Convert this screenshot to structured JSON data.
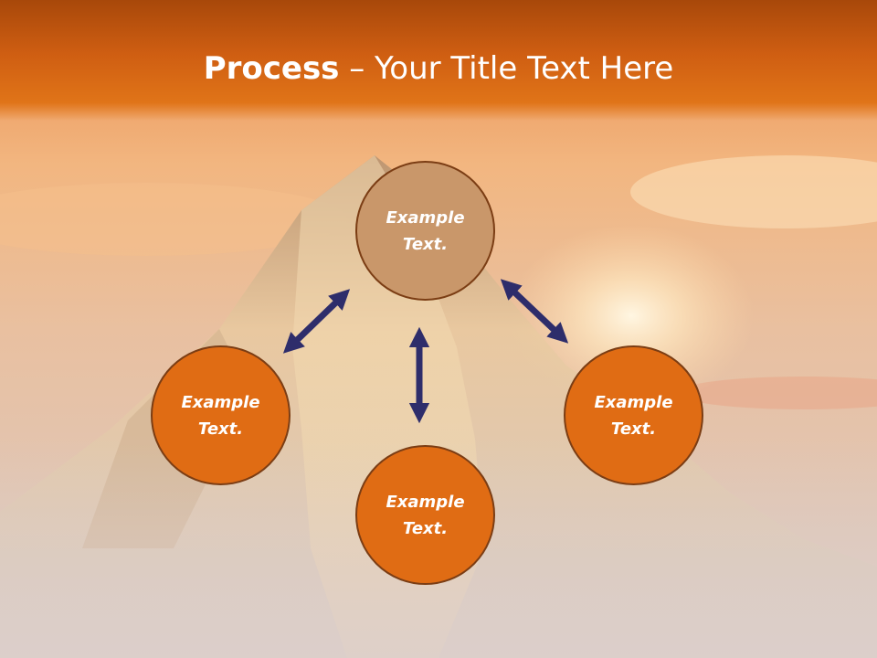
{
  "title": {
    "bold": "Process",
    "rest": " – Your Title Text Here"
  },
  "nodes": {
    "top": "Example\nText.",
    "left": "Example\nText.",
    "right": "Example\nText.",
    "bottom": "Example\nText."
  },
  "colors": {
    "header": "#cf5e12",
    "node_orange": "#e06c14",
    "node_top": "#c9976a",
    "node_border": "#7b3d14",
    "arrow": "#2e2d6b"
  }
}
